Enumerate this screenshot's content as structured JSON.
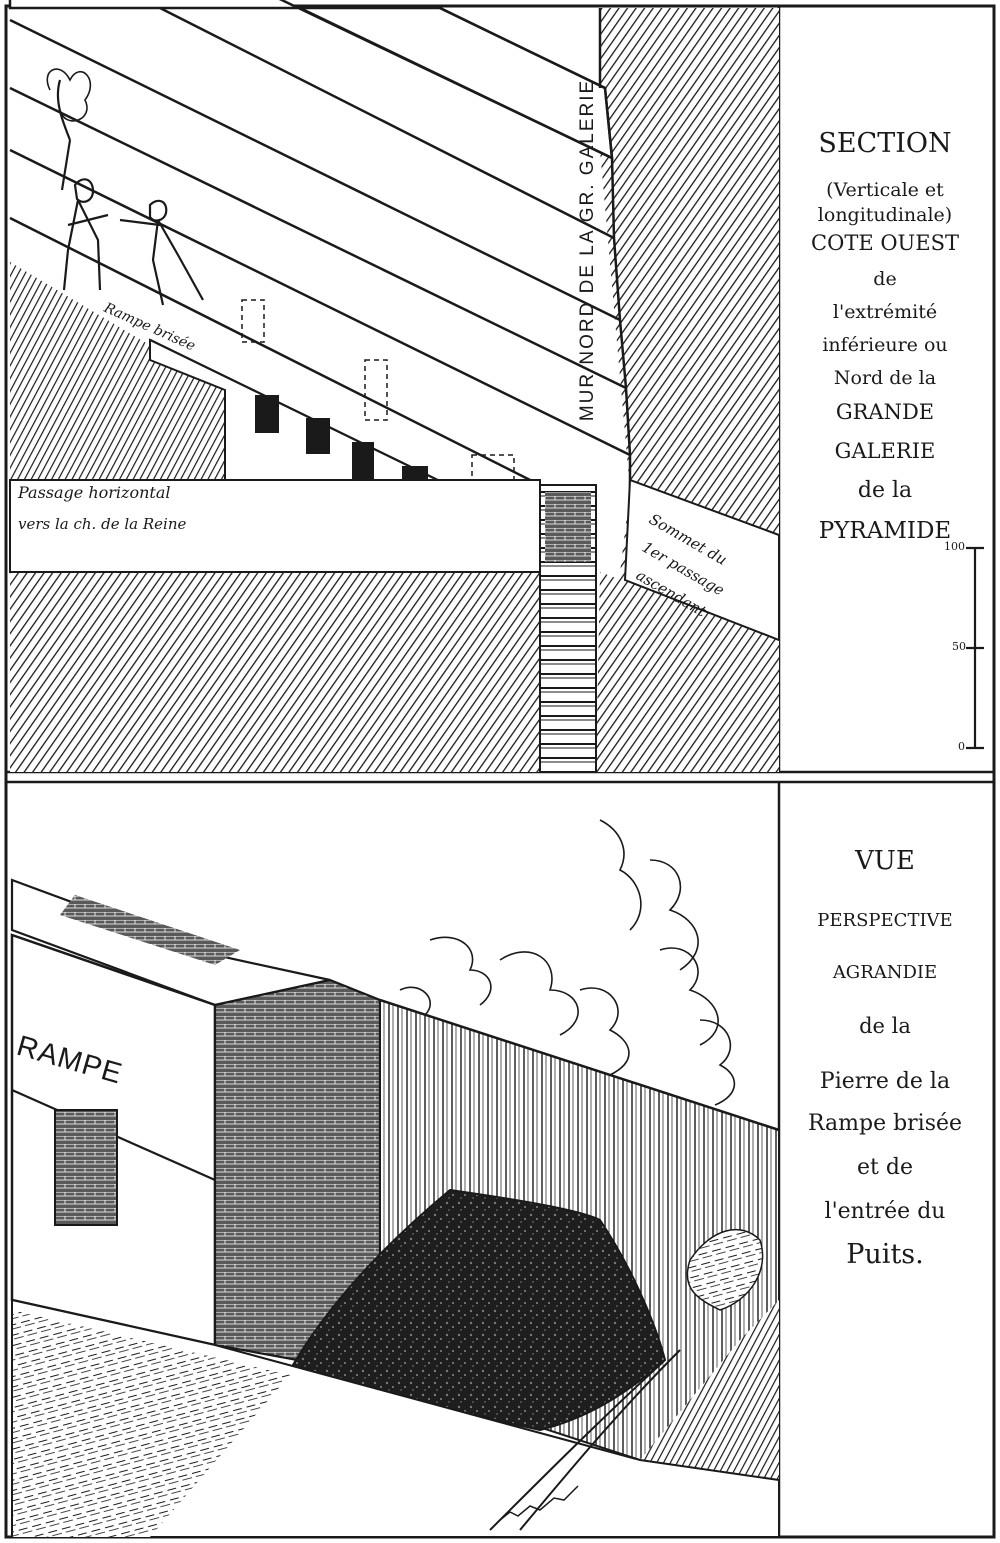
{
  "top_panel": {
    "caption": [
      {
        "text": "SECTION",
        "size": 27
      },
      {
        "text": "(Verticale et",
        "size": 19
      },
      {
        "text": "longitudinale)",
        "size": 19
      },
      {
        "text": "COTE OUEST",
        "size": 21
      },
      {
        "text": "de",
        "size": 19
      },
      {
        "text": "l'extrémité",
        "size": 19
      },
      {
        "text": "inférieure ou",
        "size": 19
      },
      {
        "text": "Nord de la",
        "size": 19
      },
      {
        "text": "GRANDE",
        "size": 21
      },
      {
        "text": "GALERIE",
        "size": 21
      },
      {
        "text": "de la",
        "size": 22
      },
      {
        "text": "PYRAMIDE",
        "size": 23
      }
    ],
    "labels": {
      "mur_nord": "MUR NORD DE LA GR. GALERIE",
      "passage_line1": "Passage horizontal",
      "passage_line2": "vers la ch. de la Reine",
      "sommet_line1": "Sommet du",
      "sommet_line2": "1er passage",
      "sommet_line3": "ascendant",
      "rampe_label": "Rampe brisée"
    },
    "scale": {
      "top": "100",
      "mid": "50",
      "bottom": "0"
    }
  },
  "bottom_panel": {
    "caption": [
      {
        "text": "VUE",
        "size": 26
      },
      {
        "text": "PERSPECTIVE",
        "size": 18
      },
      {
        "text": "AGRANDIE",
        "size": 18
      },
      {
        "text": "de la",
        "size": 21
      },
      {
        "text": "Pierre de la",
        "size": 22
      },
      {
        "text": "Rampe brisée",
        "size": 22
      },
      {
        "text": "et de",
        "size": 22
      },
      {
        "text": "l'entrée du",
        "size": 22
      },
      {
        "text": "Puits.",
        "size": 27
      }
    ],
    "labels": {
      "rampe": "RAMPE"
    }
  },
  "colors": {
    "ink": "#1a1a1a",
    "paper": "#ffffff"
  }
}
